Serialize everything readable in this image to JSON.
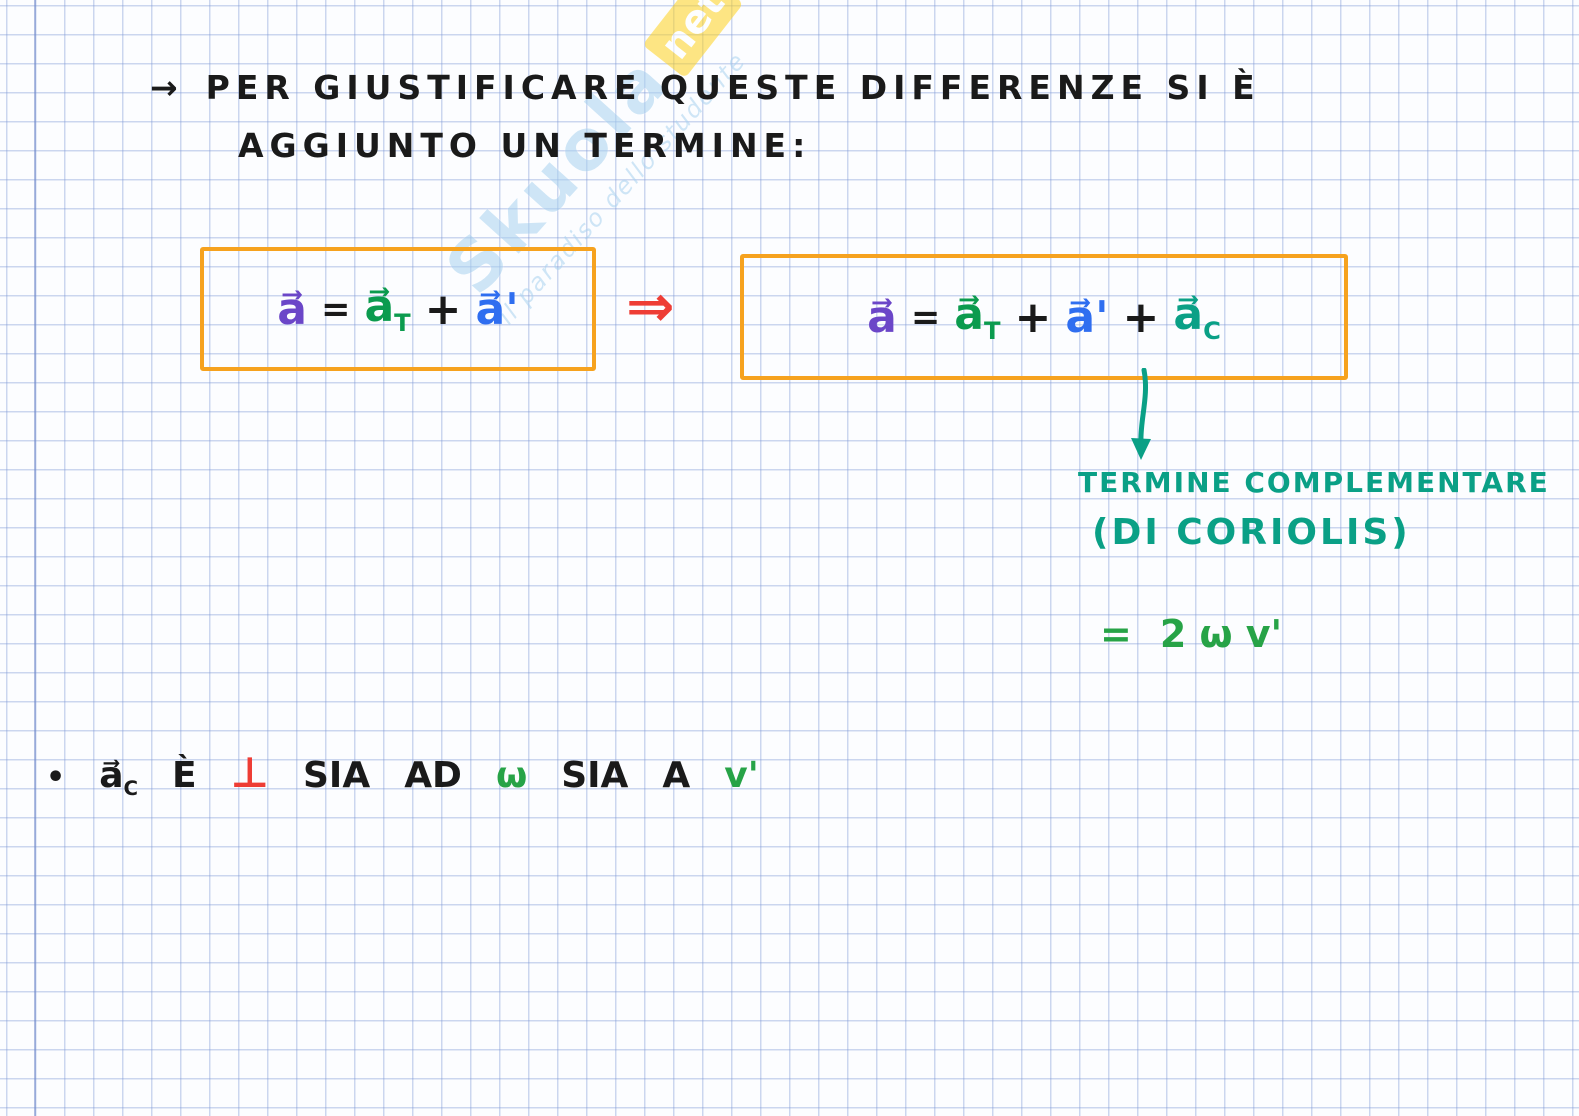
{
  "colors": {
    "grid_blue": "#c7d4ee",
    "box_orange": "#f6a21e",
    "arrow_red": "#ee3d35",
    "vector_purple": "#6b46c8",
    "vector_green": "#0b9b4e",
    "vector_blue": "#2f6ef0",
    "coriolis_teal": "#0aa086",
    "bright_green": "#27a347"
  },
  "watermark": {
    "brand": "Skuola",
    "suffix": "net",
    "tagline": "il paradiso dello studente"
  },
  "header": {
    "arrow": "→",
    "line1": "PER GIUSTIFICARE QUESTE DIFFERENZE SI È",
    "line2": "AGGIUNTO UN TERMINE:"
  },
  "eq_left": {
    "lhs": "a⃗",
    "equals": "=",
    "t1": "a⃗",
    "t1_sub": "T",
    "plus1": "+",
    "t2": "a⃗'"
  },
  "implies": "⇒",
  "eq_right": {
    "lhs": "a⃗",
    "equals": "=",
    "t1": "a⃗",
    "t1_sub": "T",
    "plus1": "+",
    "t2": "a⃗'",
    "plus2": "+",
    "t3": "a⃗",
    "t3_sub": "C"
  },
  "coriolis": {
    "line1": "TERMINE COMPLEMENTARE",
    "line2": "(DI CORIOLIS)",
    "formula_eq": "=",
    "formula": "2 ω v'"
  },
  "bullet": {
    "dot": "•",
    "term": "a⃗",
    "term_sub": "C",
    "e": "È",
    "perp": "⊥",
    "sia1": "SIA",
    "ad": "AD",
    "omega": "ω",
    "sia2": "SIA",
    "a": "A",
    "vprime": "v'"
  }
}
